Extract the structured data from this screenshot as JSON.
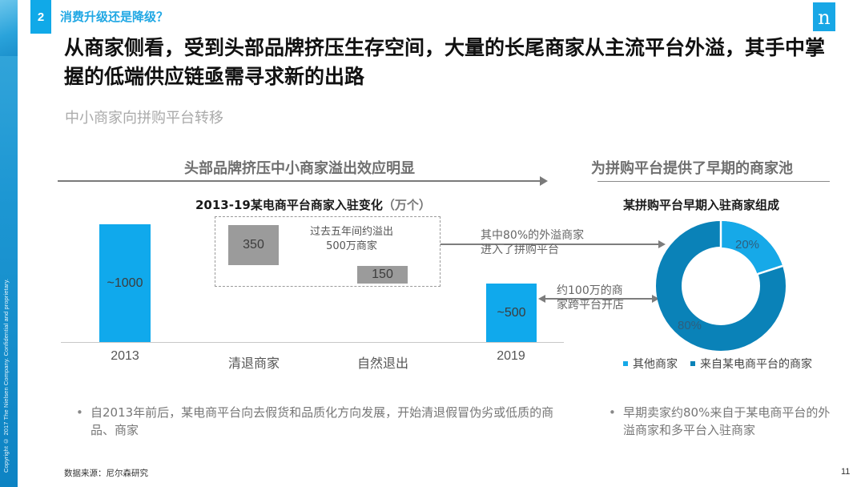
{
  "sidebar": {
    "copyright": "Copyright © 2017 The Nielsen Company. Confidential and proprietary."
  },
  "header": {
    "section_number": "2",
    "section_title": "消费升级还是降级？",
    "logo_glyph": "n",
    "headline": "从商家侧看，受到头部品牌挤压生存空间，大量的长尾商家从主流平台外溢，其手中掌握的低端供应链亟需寻求新的出路",
    "subheadline": "中小商家向拼购平台转移"
  },
  "left_panel": {
    "heading": "头部品牌挤压中小商家溢出效应明显",
    "box_note": "过去五年间约溢出500万商家",
    "arrow_note_top": "其中80%的外溢商家进入了拼购平台",
    "arrow_note_bottom": "约100万的商家跨平台开店",
    "bullet": "自2013年前后，某电商平台向去假货和品质化方向发展，开始清退假冒伪劣或低质的商品、商家"
  },
  "right_panel": {
    "heading": "为拼购平台提供了早期的商家池",
    "bullet": "早期卖家约80%来自于某电商平台的外溢商家和多平台入驻商家"
  },
  "footer": {
    "source": "数据来源：尼尔森研究",
    "page_number": "11"
  },
  "colors": {
    "brand_blue": "#10a9ec",
    "dark_blue": "#0a82b8",
    "gray_bar": "#9b9b9b",
    "heading_gray": "#707070"
  },
  "chart_data": [
    {
      "type": "bar",
      "subtype": "waterfall",
      "title": "2013-19某电商平台商家入驻变化",
      "unit": "（万个）",
      "categories": [
        "2013",
        "清退商家",
        "自然退出",
        "2019"
      ],
      "values": [
        1000,
        -350,
        -150,
        500
      ],
      "labels": [
        "~1000",
        "350",
        "150",
        "~500"
      ],
      "bar_colors": [
        "#10a9ec",
        "#9b9b9b",
        "#9b9b9b",
        "#10a9ec"
      ],
      "xlabel": "",
      "ylabel": "",
      "grid": false
    },
    {
      "type": "pie",
      "subtype": "donut",
      "title": "某拼购平台早期入驻商家组成",
      "categories": [
        "其他商家",
        "来自某电商平台的商家"
      ],
      "values": [
        20,
        80
      ],
      "labels": [
        "20%",
        "80%"
      ],
      "colors": [
        "#16a9e8",
        "#0a82b8"
      ],
      "legend_position": "bottom"
    }
  ]
}
